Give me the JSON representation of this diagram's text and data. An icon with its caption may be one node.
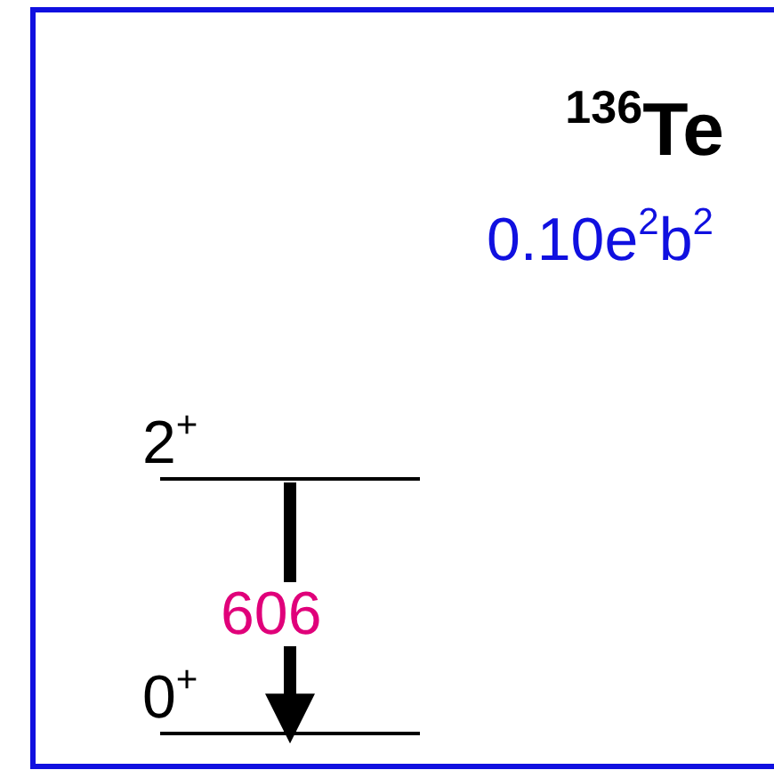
{
  "diagram": {
    "title": "$^{136}$Te",
    "nodes": [
      {
        "text": [
          "2$^{+}$"
        ]
      },
      {
        "text": [
          "0$^{+}$"
        ]
      }
    ],
    "edges": [
      {
        "from": 0,
        "to": 1,
        "arrow": "to",
        "label": "606"
      }
    ],
    "labels": [
      "0.10e$^{2}$b$^{2}$"
    ]
  }
}
